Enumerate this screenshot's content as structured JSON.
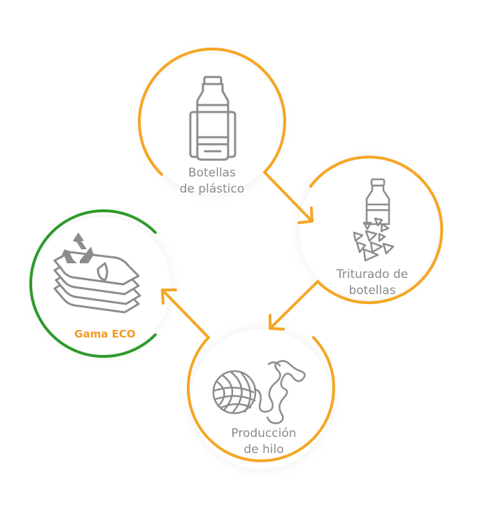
{
  "colors": {
    "accent_orange": "#f5a623",
    "accent_green": "#2e9a2a",
    "icon_gray": "#8c8c8c",
    "label_gray": "#8a8a8a",
    "eco_label": "#f59a23"
  },
  "steps": [
    {
      "id": "bottles",
      "icon": "plastic-bottles-icon",
      "lines": [
        "Botellas",
        "de plástico"
      ]
    },
    {
      "id": "shred",
      "icon": "shredded-bottle-icon",
      "lines": [
        "Triturado de",
        "botellas"
      ]
    },
    {
      "id": "yarn",
      "icon": "yarn-ball-icon",
      "lines": [
        "Producción",
        "de hilo"
      ]
    },
    {
      "id": "eco",
      "icon": "recycled-fabric-icon",
      "lines": [
        "Gama ECO"
      ]
    }
  ]
}
